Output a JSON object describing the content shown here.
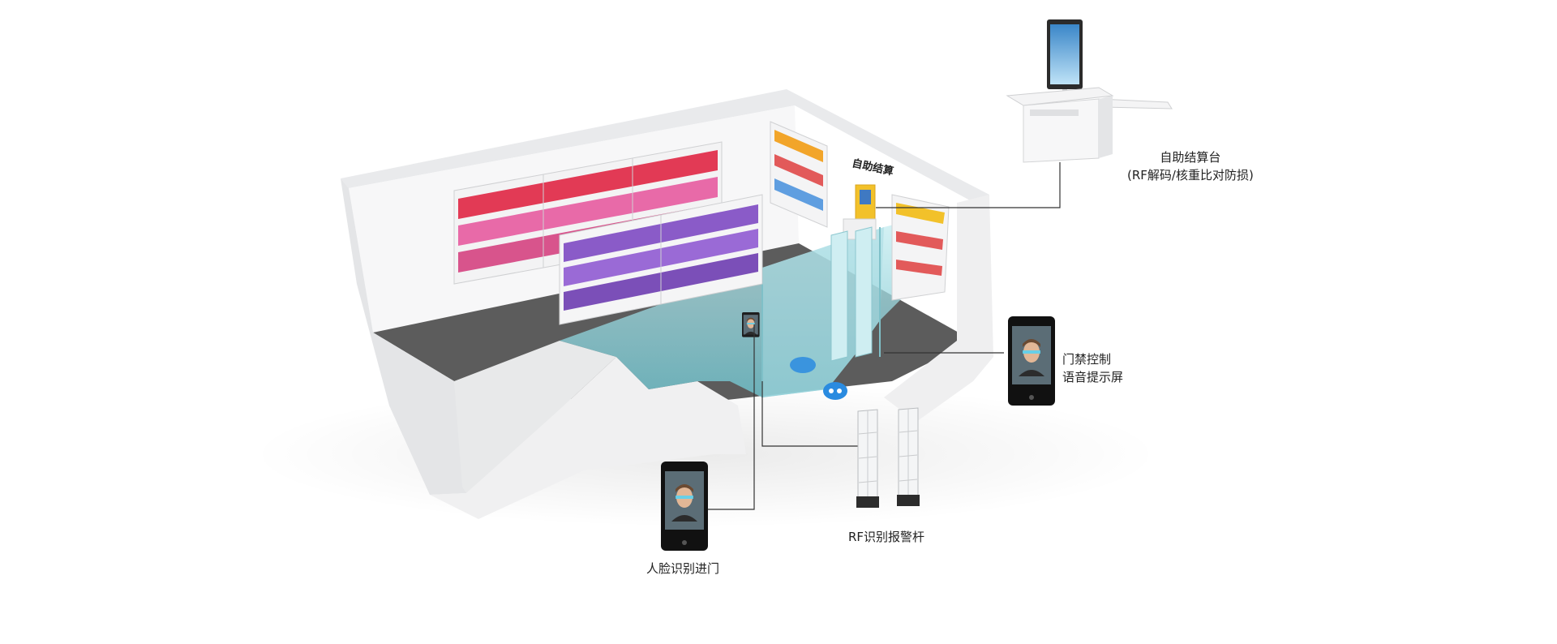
{
  "store_sign": "自助结算",
  "callouts": {
    "self_checkout": {
      "title": "自助结算台",
      "subtitle": "(RF解码/核重比对防损)"
    },
    "access_control": {
      "line1": "门禁控制",
      "line2": "语音提示屏"
    },
    "face_entry": {
      "title": "人脸识别进门"
    },
    "rf_alarm": {
      "title": "RF识别报警杆"
    }
  },
  "colors": {
    "wall": "#f3f4f5",
    "floor": "#5c5c5c",
    "glass": "#9fd7de",
    "shelf_red": "#e23a55",
    "shelf_purple": "#8a5bc8",
    "shelf_pink": "#e86aa8",
    "accent_blue": "#2a8be0",
    "leader_line": "#333333"
  },
  "icons": [
    "store-room",
    "self-checkout-kiosk",
    "face-recognition-terminal",
    "rf-security-gate",
    "footprint-icon"
  ]
}
